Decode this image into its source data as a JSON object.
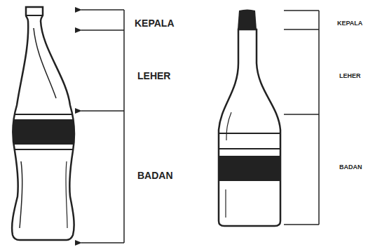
{
  "diagram": {
    "labels": [
      "KEPALA",
      "LEHER",
      "BADAN",
      "KEPALA",
      "LEHER",
      "BADAN"
    ]
  }
}
